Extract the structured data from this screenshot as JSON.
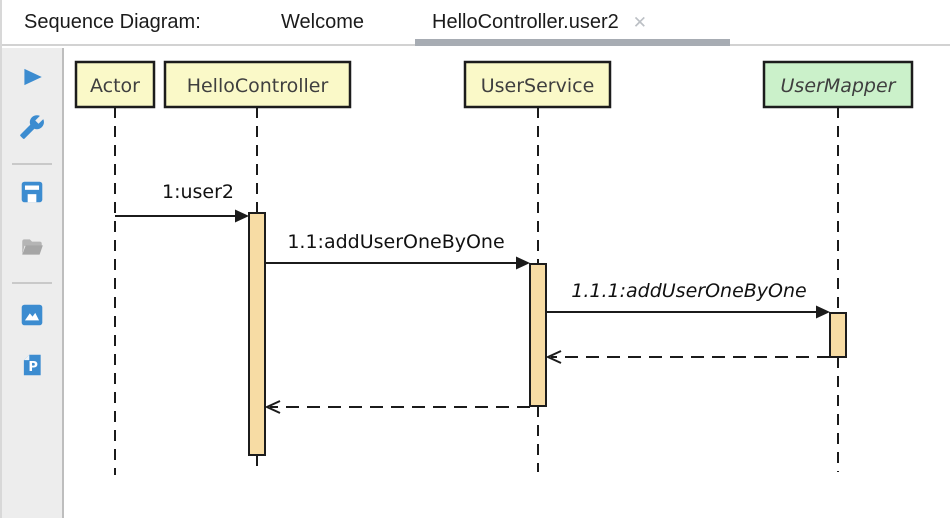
{
  "header": {
    "title": "Sequence Diagram:",
    "tabs": [
      {
        "label": "Welcome",
        "active": false
      },
      {
        "label": "HelloController.user2",
        "active": true,
        "close_glyph": "✕"
      }
    ],
    "underline_color": "#a7acb3"
  },
  "toolbar": {
    "icons": [
      {
        "name": "run-icon",
        "color": "#3c8cd0"
      },
      {
        "name": "wrench-icon",
        "color": "#3c8cd0"
      },
      {
        "name": "save-icon",
        "color": "#3c8cd0"
      },
      {
        "name": "open-folder-icon",
        "color": "#afafaf"
      },
      {
        "name": "export-image-icon",
        "color": "#3c8cd0"
      },
      {
        "name": "export-plantuml-icon",
        "color": "#3c8cd0",
        "glyph": "P"
      }
    ]
  },
  "diagram": {
    "participants": [
      {
        "name": "Actor",
        "fill": "#faf9c8",
        "italic": false
      },
      {
        "name": "HelloController",
        "fill": "#faf9c8",
        "italic": false
      },
      {
        "name": "UserService",
        "fill": "#faf9c8",
        "italic": false
      },
      {
        "name": "UserMapper",
        "fill": "#cbf1ca",
        "italic": true
      }
    ],
    "messages": [
      {
        "label": "1:user2",
        "kind": "call",
        "from": "Actor",
        "to": "HelloController"
      },
      {
        "label": "1.1:addUserOneByOne",
        "kind": "call",
        "from": "HelloController",
        "to": "UserService"
      },
      {
        "label": "1.1.1:addUserOneByOne",
        "kind": "call",
        "italic": true,
        "from": "UserService",
        "to": "UserMapper"
      },
      {
        "label": "",
        "kind": "return",
        "from": "UserMapper",
        "to": "UserService"
      },
      {
        "label": "",
        "kind": "return",
        "from": "UserService",
        "to": "HelloController"
      }
    ],
    "colors": {
      "participant_border": "#1c1c1c",
      "activation_fill": "#f7dca4",
      "activation_border": "#1c1c1c",
      "line": "#1b1b1b"
    }
  }
}
